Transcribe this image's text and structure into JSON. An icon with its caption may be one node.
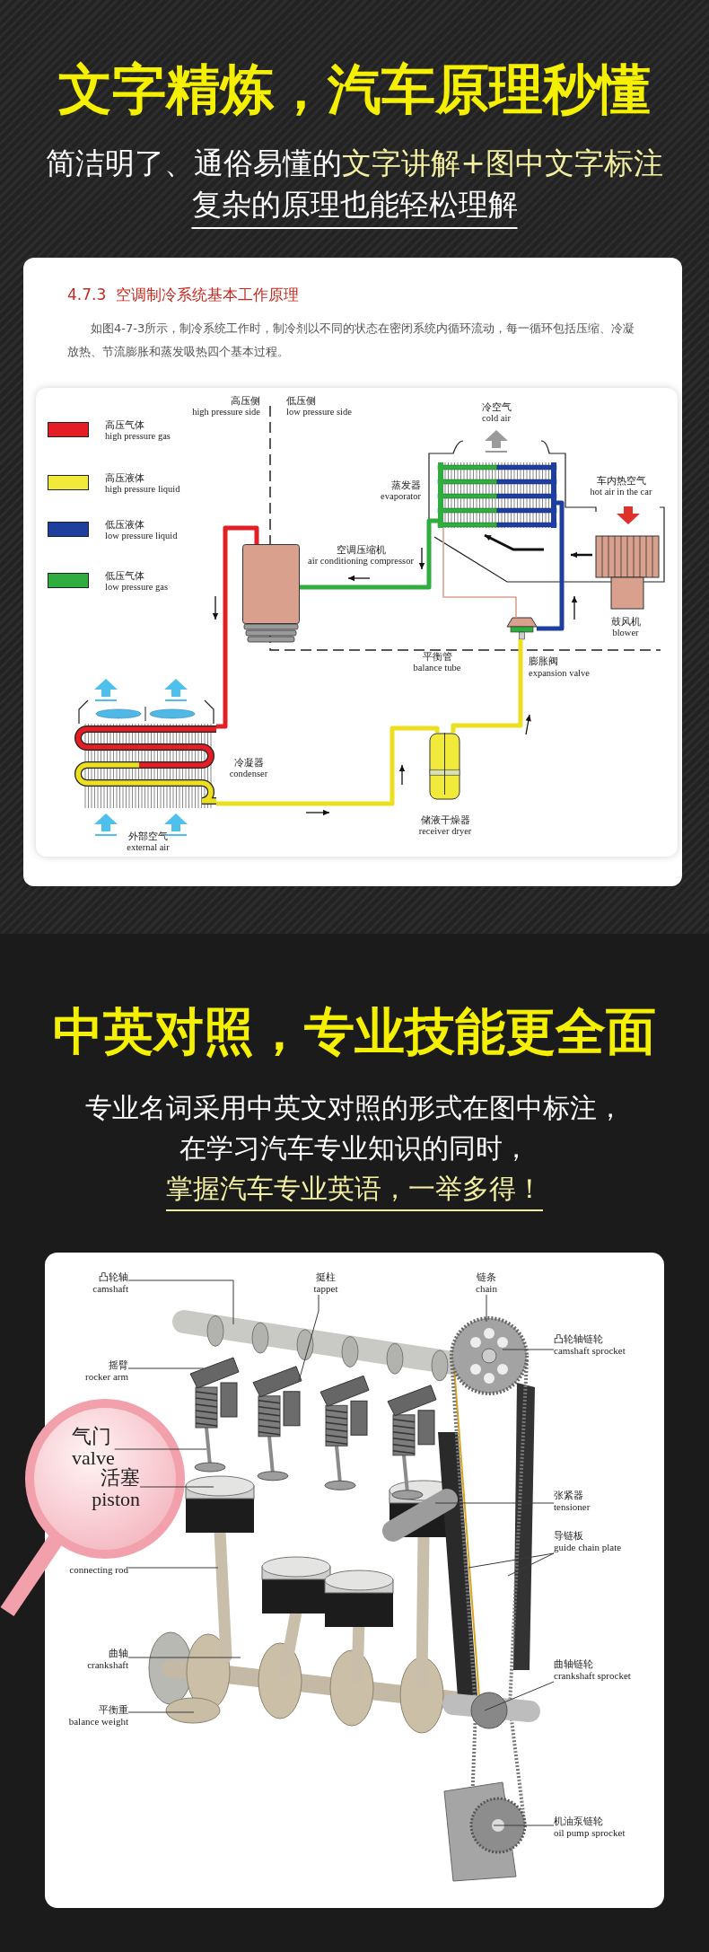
{
  "diagram": {
    "title": "文字精炼，汽车原理秒懂",
    "nodes": [
      {
        "text": [],
        "shape": "box",
        "beside": [
          "空调压缩机",
          "air conditioning compressor"
        ]
      },
      {
        "text": [],
        "shape": "picture",
        "beside": [
          "冷凝器",
          "condenser"
        ]
      },
      {
        "text": [],
        "shape": "cylinder",
        "beside": [
          "储液干燥器",
          "receiver dryer"
        ]
      },
      {
        "text": [],
        "shape": "picture",
        "beside": [
          "膨胀阀",
          "expansion valve"
        ]
      },
      {
        "text": [],
        "shape": "picture",
        "beside": [
          "蒸发器",
          "evaporator"
        ]
      },
      {
        "text": [],
        "shape": "picture",
        "beside": [
          "鼓风机",
          "blower"
        ]
      },
      {
        "text": [
          "凸轮轴",
          "camshaft"
        ]
      },
      {
        "text": [
          "挺柱",
          "tappet"
        ]
      },
      {
        "text": [
          "链条",
          "chain"
        ]
      },
      {
        "text": [
          "摇臂",
          "rocker arm"
        ]
      },
      {
        "text": [
          "凸轮轴链轮",
          "camshaft sprocket"
        ]
      },
      {
        "text": [],
        "shape": "circle"
      },
      {
        "text": [
          "气门",
          "valve"
        ],
        "in": 11
      },
      {
        "text": [
          "活塞",
          "piston"
        ],
        "in": 11
      },
      {
        "text": [
          "张紧器",
          "tensioner"
        ]
      },
      {
        "text": [
          "导链板",
          "guide chain plate"
        ]
      },
      {
        "text": [
          "connecting rod"
        ]
      },
      {
        "text": [
          "曲轴",
          "crankshaft"
        ]
      },
      {
        "text": [
          "曲轴链轮",
          "crankshaft sprocket"
        ]
      },
      {
        "text": [
          "平衡重",
          "balance weight"
        ]
      },
      {
        "text": [
          "机油泵链轮",
          "oil pump sprocket"
        ]
      }
    ],
    "edges": [
      {
        "from": 0,
        "to": 1,
        "arrow": "none",
        "style": "thick",
        "color": "#e31e24"
      },
      {
        "from": 1,
        "to": 2,
        "arrow": "none",
        "style": "thick",
        "color": "#ecdf1e"
      },
      {
        "from": 2,
        "to": 3,
        "arrow": "none",
        "style": "thick",
        "color": "#ecdf1e"
      },
      {
        "from": 3,
        "to": 4,
        "arrow": "none",
        "style": "thick",
        "color": "#1f3f9e"
      },
      {
        "from": 4,
        "to": 0,
        "arrow": "none",
        "style": "thick",
        "color": "#2fae3f"
      },
      {
        "from": 4,
        "to": 3,
        "arrow": "none",
        "color": "#d9a08e"
      },
      {
        "from": 6,
        "to": null,
        "arrow": "none"
      },
      {
        "from": 7,
        "to": null,
        "arrow": "none"
      },
      {
        "from": 8,
        "to": null,
        "arrow": "none"
      },
      {
        "from": 9,
        "to": null,
        "arrow": "none"
      },
      {
        "from": 10,
        "to": null,
        "arrow": "none"
      },
      {
        "from": 12,
        "to": null,
        "arrow": "none"
      },
      {
        "from": 13,
        "to": null,
        "arrow": "none"
      },
      {
        "from": 14,
        "to": null,
        "arrow": "none"
      },
      {
        "from": 15,
        "to": null,
        "arrow": "none"
      },
      {
        "from": 15,
        "to": null,
        "arrow": "none"
      },
      {
        "from": 16,
        "to": null,
        "arrow": "none"
      },
      {
        "from": 17,
        "to": null,
        "arrow": "none"
      },
      {
        "from": 18,
        "to": null,
        "arrow": "none"
      },
      {
        "from": 19,
        "to": null,
        "arrow": "none"
      },
      {
        "from": 20,
        "to": null,
        "arrow": "none"
      }
    ],
    "labels": [
      "简洁明了、通俗易懂的",
      "文字讲解+图中文字标注",
      "复杂的原理也能轻松理解",
      "4.7.3  空调制冷系统基本工作原理",
      "如图4-7-3所示，制冷系统工作时，制冷剂以不同的状态在密闭系统内循环流动，每一循环包括压缩、冷凝放热、节流膨胀和蒸发吸热四个基本过程。",
      "高压侧",
      "high pressure side",
      "低压侧",
      "low pressure side",
      "冷空气",
      "cold air",
      "车内热空气",
      "hot air in the car",
      "平衡管",
      "balance tube",
      "外部空气",
      "external air",
      "中英对照，专业技能更全面",
      "专业名词采用中英文对照的形式在图中标注，",
      "在学习汽车专业知识的同时，",
      "掌握汽车专业英语，一举多得！"
    ],
    "legend": [
      {
        "text": "高压气体 high pressure gas",
        "color": "#e31e24"
      },
      {
        "text": "高压液体 high pressure liquid",
        "color": "#f2ea3a"
      },
      {
        "text": "低压液体 low pressure liquid",
        "color": "#1f3f9e"
      },
      {
        "text": "低压气体 low pressure gas",
        "color": "#2fae3f"
      }
    ]
  }
}
